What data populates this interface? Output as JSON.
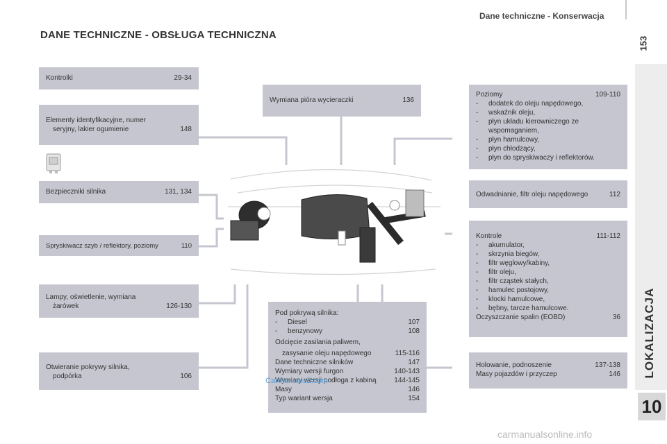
{
  "header": {
    "title": "Dane techniczne - Konserwacja",
    "page": "153"
  },
  "title": "DANE TECHNICZNE - OBSŁUGA TECHNICZNA",
  "side": {
    "label": "LOKALIZACJA",
    "chapter": "10"
  },
  "left_boxes": {
    "kontrolki": {
      "label": "Kontrolki",
      "pages": "29-34"
    },
    "elementy": {
      "line1": "Elementy identyfikacyjne, numer",
      "line2": "seryjny, lakier ogumienie",
      "pages": "148"
    },
    "bezpieczniki": {
      "label": "Bezpieczniki silnika",
      "pages": "131, 134"
    },
    "spryskiwacz": {
      "label": "Spryskiwacz szyb / reflektory, poziomy",
      "pages": "110"
    },
    "lampy": {
      "line1": "Lampy, oświetlenie, wymiana",
      "line2": "żarówek",
      "pages": "126-130"
    },
    "otwieranie": {
      "line1": "Otwieranie pokrywy silnika,",
      "line2": "podpórka",
      "pages": "106"
    }
  },
  "center_top": {
    "label": "Wymiana pióra wycieraczki",
    "pages": "136"
  },
  "center_bottom": {
    "heading": "Pod pokrywą silnika:",
    "items": [
      {
        "label": "Diesel",
        "pages": "107"
      },
      {
        "label": "benzynowy",
        "pages": "108"
      }
    ],
    "odciecie1": "Odcięcie zasilania paliwem,",
    "odciecie2": "zasysanie oleju napędowego",
    "odciecie_pages": "115-116",
    "rows": [
      {
        "label": "Dane techniczne silników",
        "pages": "147"
      },
      {
        "label": "Wymiary wersji furgon",
        "pages": "140-143"
      },
      {
        "label": "Wymiary wersji podłoga z kabiną",
        "pages": "144-145"
      },
      {
        "label": "Masy",
        "pages": "146"
      },
      {
        "label": "Typ wariant wersja",
        "pages": "154"
      }
    ]
  },
  "right_boxes": {
    "poziomy": {
      "label": "Poziomy",
      "pages": "109-110",
      "items": [
        "dodatek do oleju napędowego,",
        "wskaźnik oleju,",
        "płyn układu kierowniczego ze",
        "wspomaganiem,",
        "płyn hamulcowy,",
        "płyn chłodzący,",
        "płyn do spryskiwaczy i reflektorów."
      ]
    },
    "odwadnianie": {
      "label": "Odwadnianie, filtr oleju napędowego",
      "pages": "112"
    },
    "kontrole": {
      "label": "Kontrole",
      "pages": "111-112",
      "items": [
        "akumulator,",
        "skrzynia biegów,",
        "filtr węglowy/kabiny,",
        "filtr oleju,",
        "filtr cząstek stałych,",
        "hamulec postojowy,",
        "klocki hamulcowe,",
        "bębny, tarcze hamulcowe."
      ],
      "eobd": "Oczyszczanie spalin (EOBD)",
      "eobd_pages": "36"
    },
    "holowanie": {
      "line1": "Holowanie, podnoszenie",
      "line1_pages": "137-138",
      "line2": "Masy pojazdów i przyczep",
      "line2_pages": "146"
    }
  },
  "watermarks": {
    "inner": "CarManualsZ.com",
    "footer": "carmanualsonline.info"
  }
}
